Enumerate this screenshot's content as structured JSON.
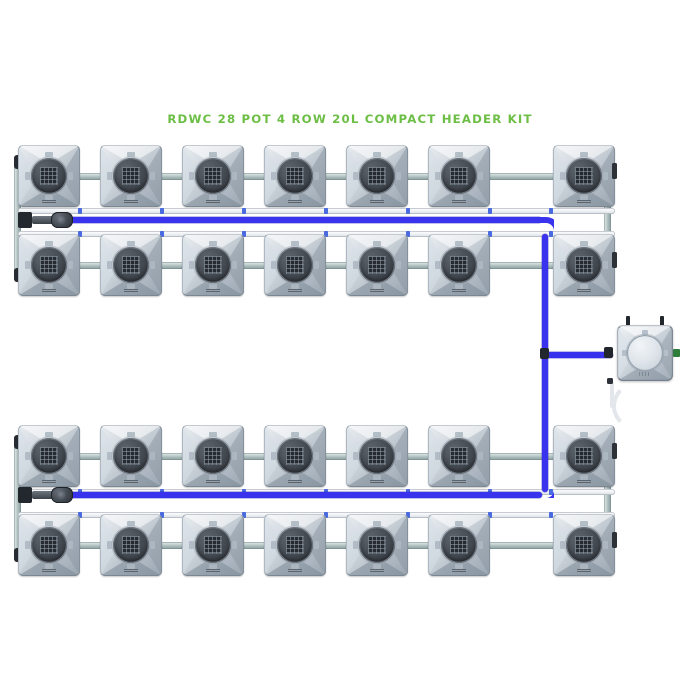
{
  "diagram": {
    "title": "RDWC 28 POT 4 ROW 20L COMPACT HEADER KIT",
    "title_color": "#6cbe45",
    "background_color": "#ffffff",
    "product_type": "RDWC hydroponics system diagram",
    "pot_count": 28,
    "pot_rows": 4,
    "pots_per_row": 7,
    "pot_volume": "20L",
    "accent_tube_color": "#3a33ee",
    "pipe_color": "#c3d2d1",
    "header_pipe_color": "#f1f3f6"
  },
  "blocks": [
    {
      "name": "upper-block",
      "rows": [
        {
          "name": "row-1",
          "pots": [
            "pot-1",
            "pot-2",
            "pot-3",
            "pot-4",
            "pot-5",
            "pot-6",
            "pot-7"
          ]
        },
        {
          "name": "row-2",
          "pots": [
            "pot-8",
            "pot-9",
            "pot-10",
            "pot-11",
            "pot-12",
            "pot-13",
            "pot-14"
          ]
        }
      ],
      "fitting": "inlet-valve-fitting-upper"
    },
    {
      "name": "lower-block",
      "rows": [
        {
          "name": "row-3",
          "pots": [
            "pot-15",
            "pot-16",
            "pot-17",
            "pot-18",
            "pot-19",
            "pot-20",
            "pot-21"
          ]
        },
        {
          "name": "row-4",
          "pots": [
            "pot-22",
            "pot-23",
            "pot-24",
            "pot-25",
            "pot-26",
            "pot-27",
            "pot-28"
          ]
        }
      ],
      "fitting": "inlet-valve-fitting-lower"
    }
  ],
  "control_module": {
    "name": "header-control-module",
    "outlet": "green-outlet-port",
    "inlet": "blue-tube-inlet-port",
    "drain_hose": "drain-hose"
  },
  "tubing": {
    "upper_run": "blue-supply-line-upper",
    "lower_run": "blue-supply-line-lower",
    "vertical_run": "blue-supply-line-vertical",
    "module_branch": "blue-supply-line-to-module"
  }
}
